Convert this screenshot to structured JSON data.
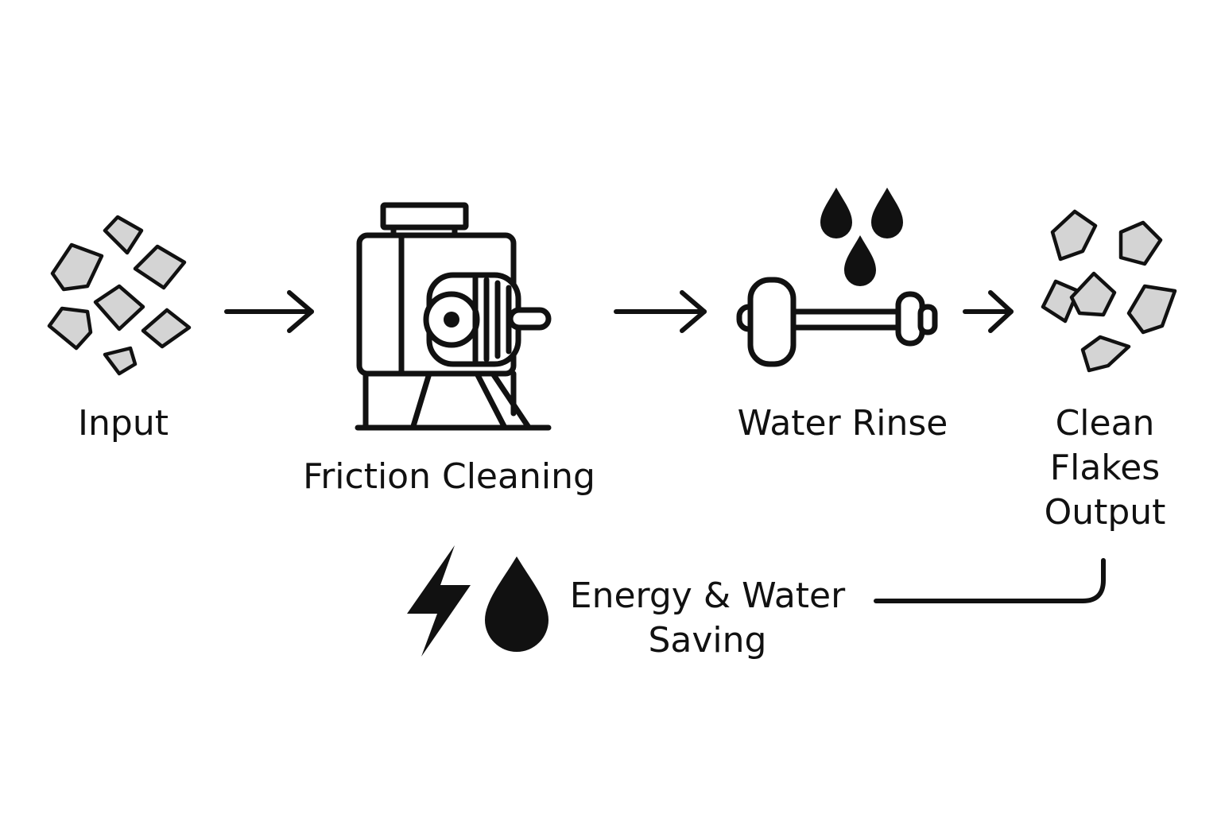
{
  "colors": {
    "ink": "#111111",
    "flake_fill": "#d4d4d4",
    "background": "#ffffff"
  },
  "steps": [
    {
      "id": "input",
      "label": "Input",
      "icon": "plastic-flakes-icon"
    },
    {
      "id": "friction",
      "label": "Friction Cleaning",
      "icon": "friction-washer-machine-icon"
    },
    {
      "id": "rinse",
      "label": "Water Rinse",
      "icon": "rinse-rotor-icon"
    },
    {
      "id": "output",
      "label_lines": [
        "Clean",
        "Flakes",
        "Output"
      ],
      "icon": "clean-flakes-icon"
    }
  ],
  "benefit": {
    "label_lines": [
      "Energy & Water",
      "Saving"
    ],
    "icons": [
      "lightning-bolt-icon",
      "water-drop-icon"
    ]
  },
  "connectors": [
    "arrow-right-icon",
    "arrow-right-icon",
    "arrow-right-icon",
    "return-line"
  ]
}
